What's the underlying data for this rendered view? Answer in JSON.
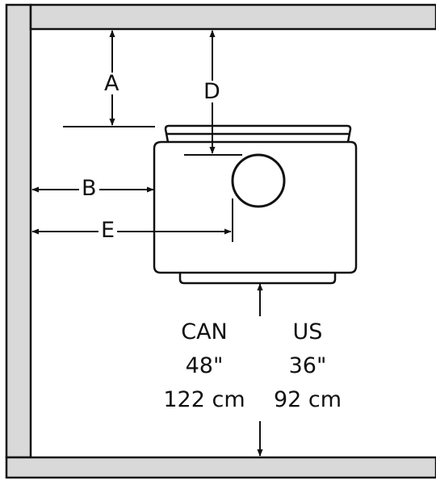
{
  "labels": {
    "a": "A",
    "b": "B",
    "d": "D",
    "e": "E"
  },
  "clearance": {
    "can": {
      "country": "CAN",
      "inches": "48\"",
      "cm": "122 cm"
    },
    "us": {
      "country": "US",
      "inches": "36\"",
      "cm": "92 cm"
    }
  },
  "colors": {
    "wall_fill": "#d9d9d9",
    "stroke": "#111111",
    "background": "#ffffff"
  }
}
